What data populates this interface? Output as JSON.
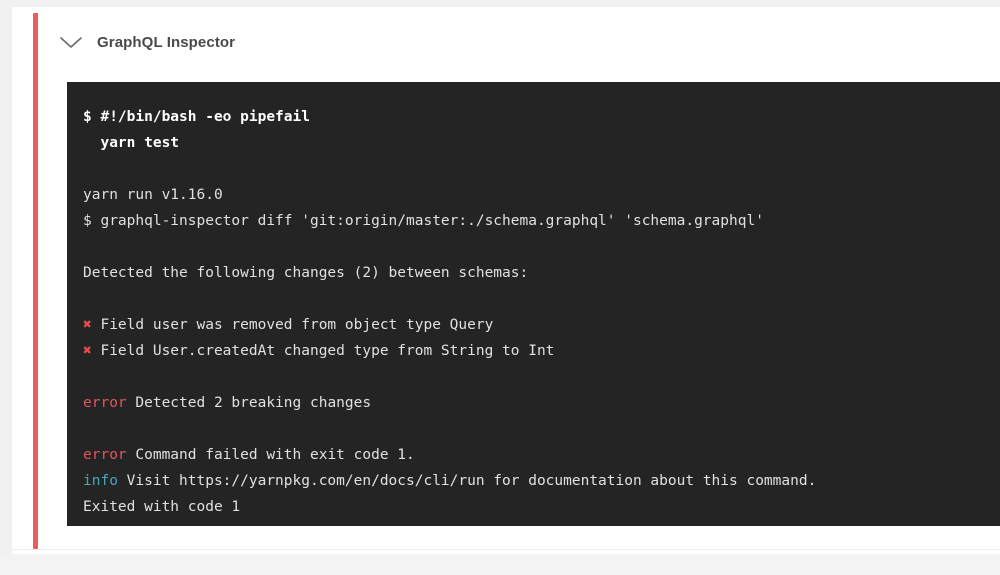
{
  "job": {
    "title": "GraphQL Inspector",
    "collapse_icon": "chevron-down-icon",
    "status_color": "#ef5a5a"
  },
  "terminal": {
    "background_color": "#242424",
    "text_color": "#e3e3e3",
    "error_color": "#e05561",
    "info_color": "#4aa5b8",
    "mark_color": "#e74c4c",
    "lines": [
      {
        "type": "command",
        "text": "$ #!/bin/bash -eo pipefail"
      },
      {
        "type": "command",
        "text": "  yarn test"
      },
      {
        "type": "blank",
        "text": ""
      },
      {
        "type": "plain",
        "text": "yarn run v1.16.0"
      },
      {
        "type": "plain",
        "text": "$ graphql-inspector diff 'git:origin/master:./schema.graphql' 'schema.graphql'"
      },
      {
        "type": "blank",
        "text": ""
      },
      {
        "type": "plain",
        "text": "Detected the following changes (2) between schemas:"
      },
      {
        "type": "blank",
        "text": ""
      },
      {
        "type": "marked",
        "mark": "✖",
        "text": " Field user was removed from object type Query"
      },
      {
        "type": "marked",
        "mark": "✖",
        "text": " Field User.createdAt changed type from String to Int"
      },
      {
        "type": "blank",
        "text": ""
      },
      {
        "type": "labeled",
        "label": "error",
        "label_kind": "error",
        "text": " Detected 2 breaking changes"
      },
      {
        "type": "blank",
        "text": ""
      },
      {
        "type": "labeled",
        "label": "error",
        "label_kind": "error",
        "text": " Command failed with exit code 1."
      },
      {
        "type": "labeled",
        "label": "info",
        "label_kind": "info",
        "text": " Visit https://yarnpkg.com/en/docs/cli/run for documentation about this command."
      },
      {
        "type": "plain",
        "text": "Exited with code 1"
      }
    ]
  }
}
